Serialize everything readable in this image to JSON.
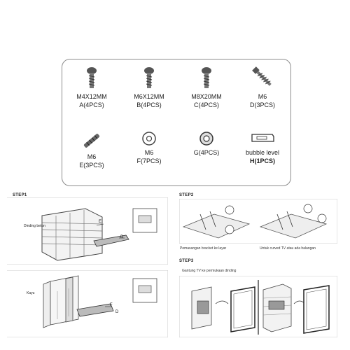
{
  "parts": [
    {
      "name": "M4X12MM",
      "count": "A(4PCS)",
      "icon": "screw-icon"
    },
    {
      "name": "M6X12MM",
      "count": "B(4PCS)",
      "icon": "screw-icon"
    },
    {
      "name": "M8X20MM",
      "count": "C(4PCS)",
      "icon": "screw-icon"
    },
    {
      "name": "M6",
      "count": "D(3PCS)",
      "icon": "lag-bolt-icon"
    },
    {
      "name": "M6",
      "count": "E(3PCS)",
      "icon": "wall-anchor-icon"
    },
    {
      "name": "M6",
      "count": "F(7PCS)",
      "icon": "washer-icon"
    },
    {
      "name": "",
      "count": "G(4PCS)",
      "icon": "spacer-icon"
    },
    {
      "name": "bubble level",
      "count": "H(1PCS)",
      "icon": "bubble-level-icon"
    }
  ],
  "step1": {
    "label": "STEP1",
    "wall_label": "Dinding beton",
    "wood_label": "Kayu",
    "callouts": {
      "e": "E",
      "d1": "D",
      "f": "F",
      "d2": "D"
    }
  },
  "step2": {
    "label": "STEP2",
    "caption_left": "Pemasangan bracket ke layar",
    "caption_right": "Untuk curved TV atau ada halangan"
  },
  "step3": {
    "label": "STEP3",
    "caption": "Gantung TV ke permukaan dinding"
  }
}
